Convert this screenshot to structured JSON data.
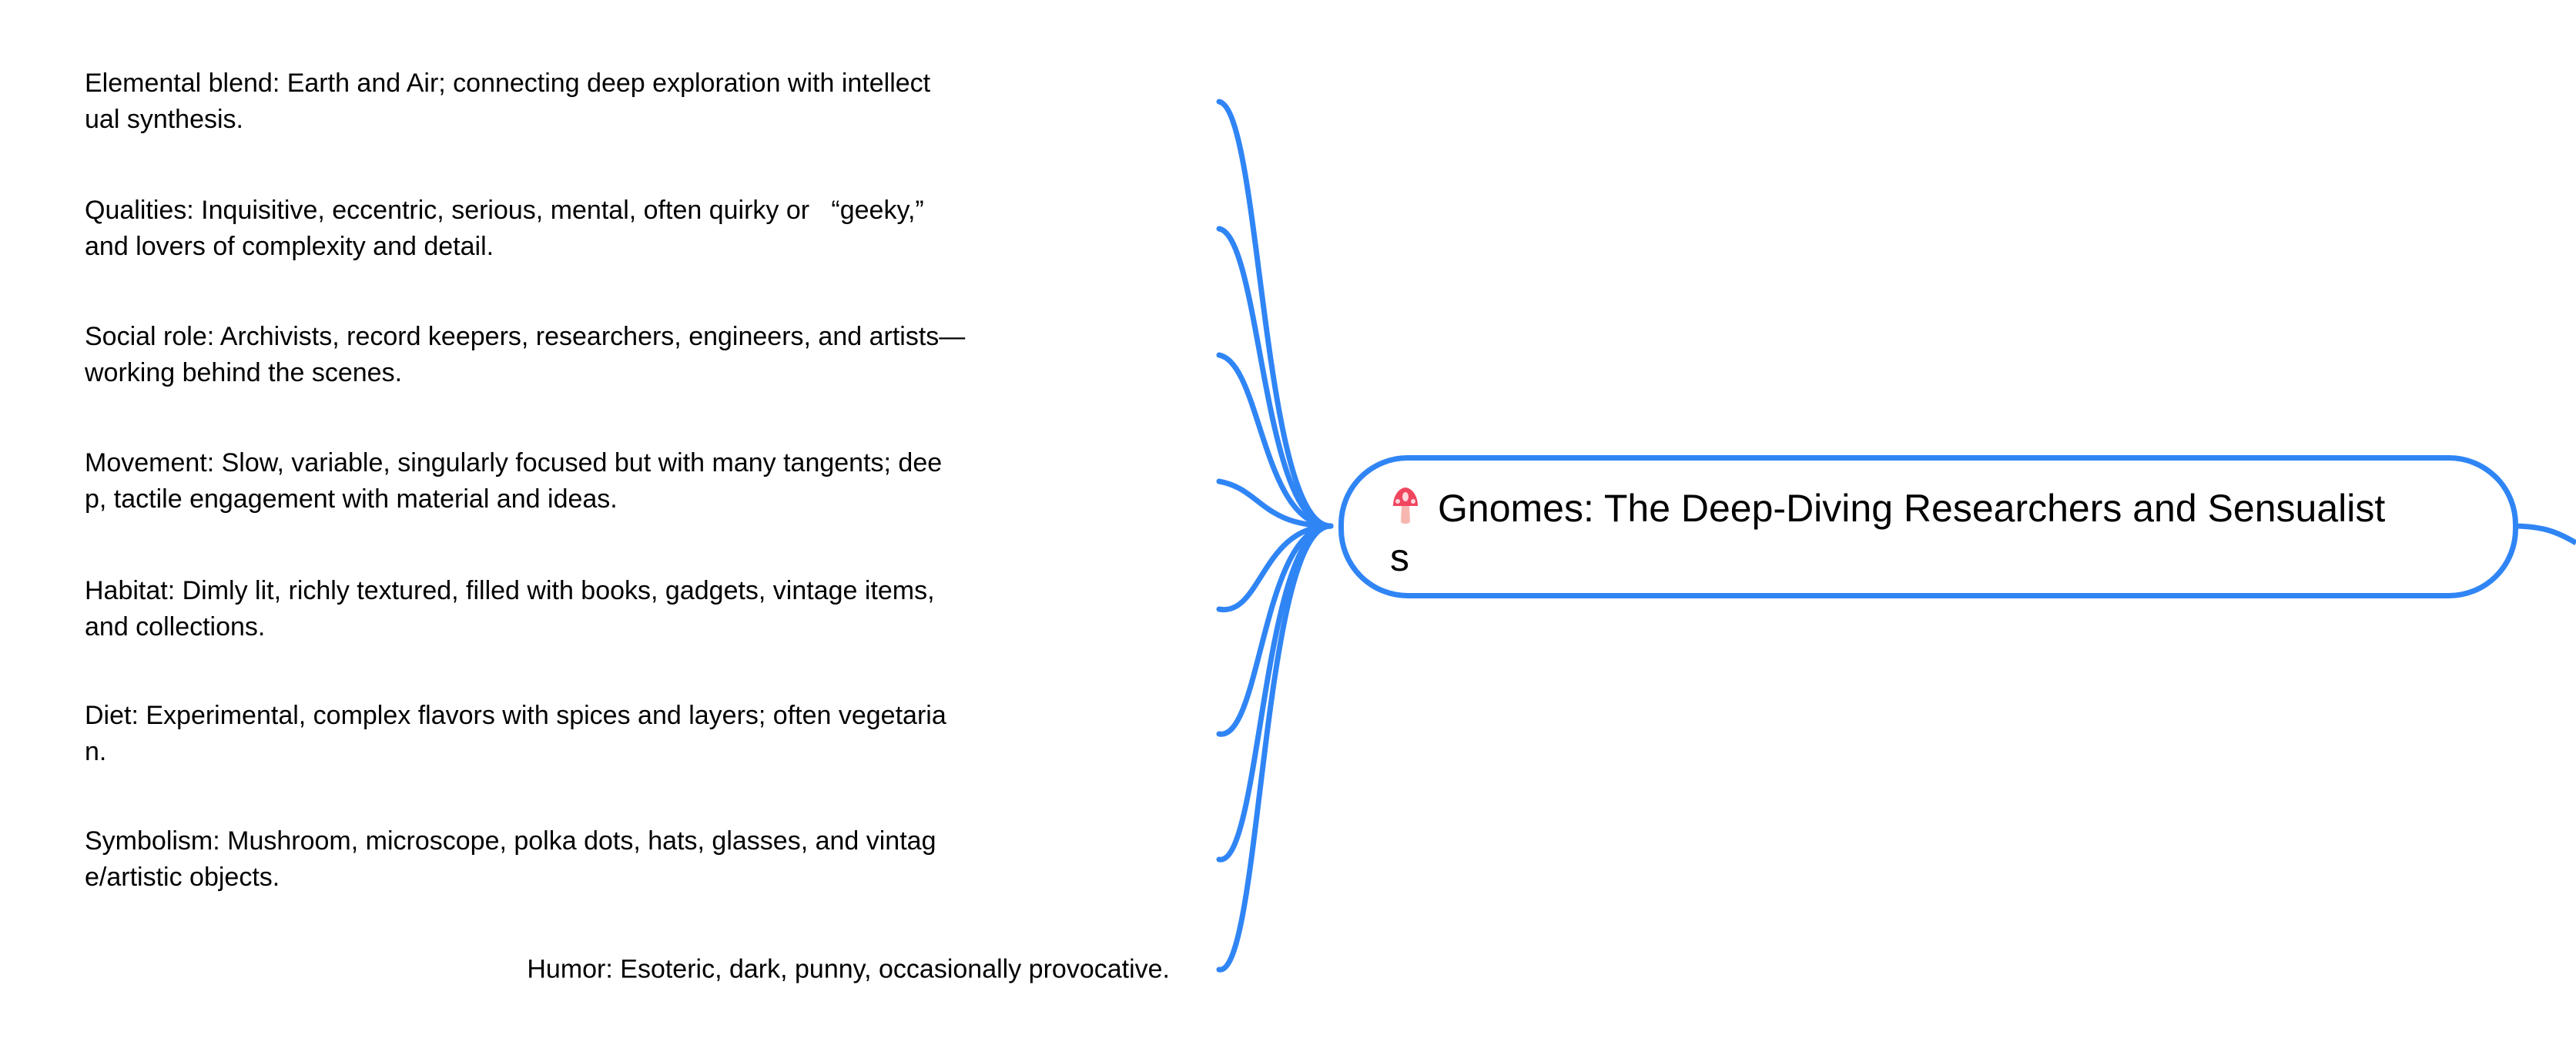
{
  "colors": {
    "link": "#3085f5",
    "node_border": "#3085f5",
    "text": "#000000"
  },
  "central_topic": {
    "icon": "mushroom-icon",
    "lines": [
      "Gnomes: The Deep-Diving Researchers and Sensualist",
      "s"
    ]
  },
  "subtopics": [
    {
      "lines": [
        "Elemental blend: Earth and Air; connecting deep exploration with intellect",
        "ual synthesis."
      ]
    },
    {
      "lines": [
        "Qualities: Inquisitive, eccentric, serious, mental, often quirky or   “geeky,”",
        "and lovers of complexity and detail."
      ]
    },
    {
      "lines": [
        "Social role: Archivists, record keepers, researchers, engineers, and artists—",
        "working behind the scenes."
      ]
    },
    {
      "lines": [
        "Movement: Slow, variable, singularly focused but with many tangents; dee",
        "p, tactile engagement with material and ideas."
      ]
    },
    {
      "lines": [
        "Habitat: Dimly lit, richly textured, filled with books, gadgets, vintage items,",
        "and collections."
      ]
    },
    {
      "lines": [
        "Diet: Experimental, complex flavors with spices and layers; often vegetaria",
        "n."
      ]
    },
    {
      "lines": [
        "Symbolism: Mushroom, microscope, polka dots, hats, glasses, and vintag",
        "e/artistic objects."
      ]
    },
    {
      "lines": [
        "Humor: Esoteric, dark, punny, occasionally provocative."
      ]
    }
  ]
}
